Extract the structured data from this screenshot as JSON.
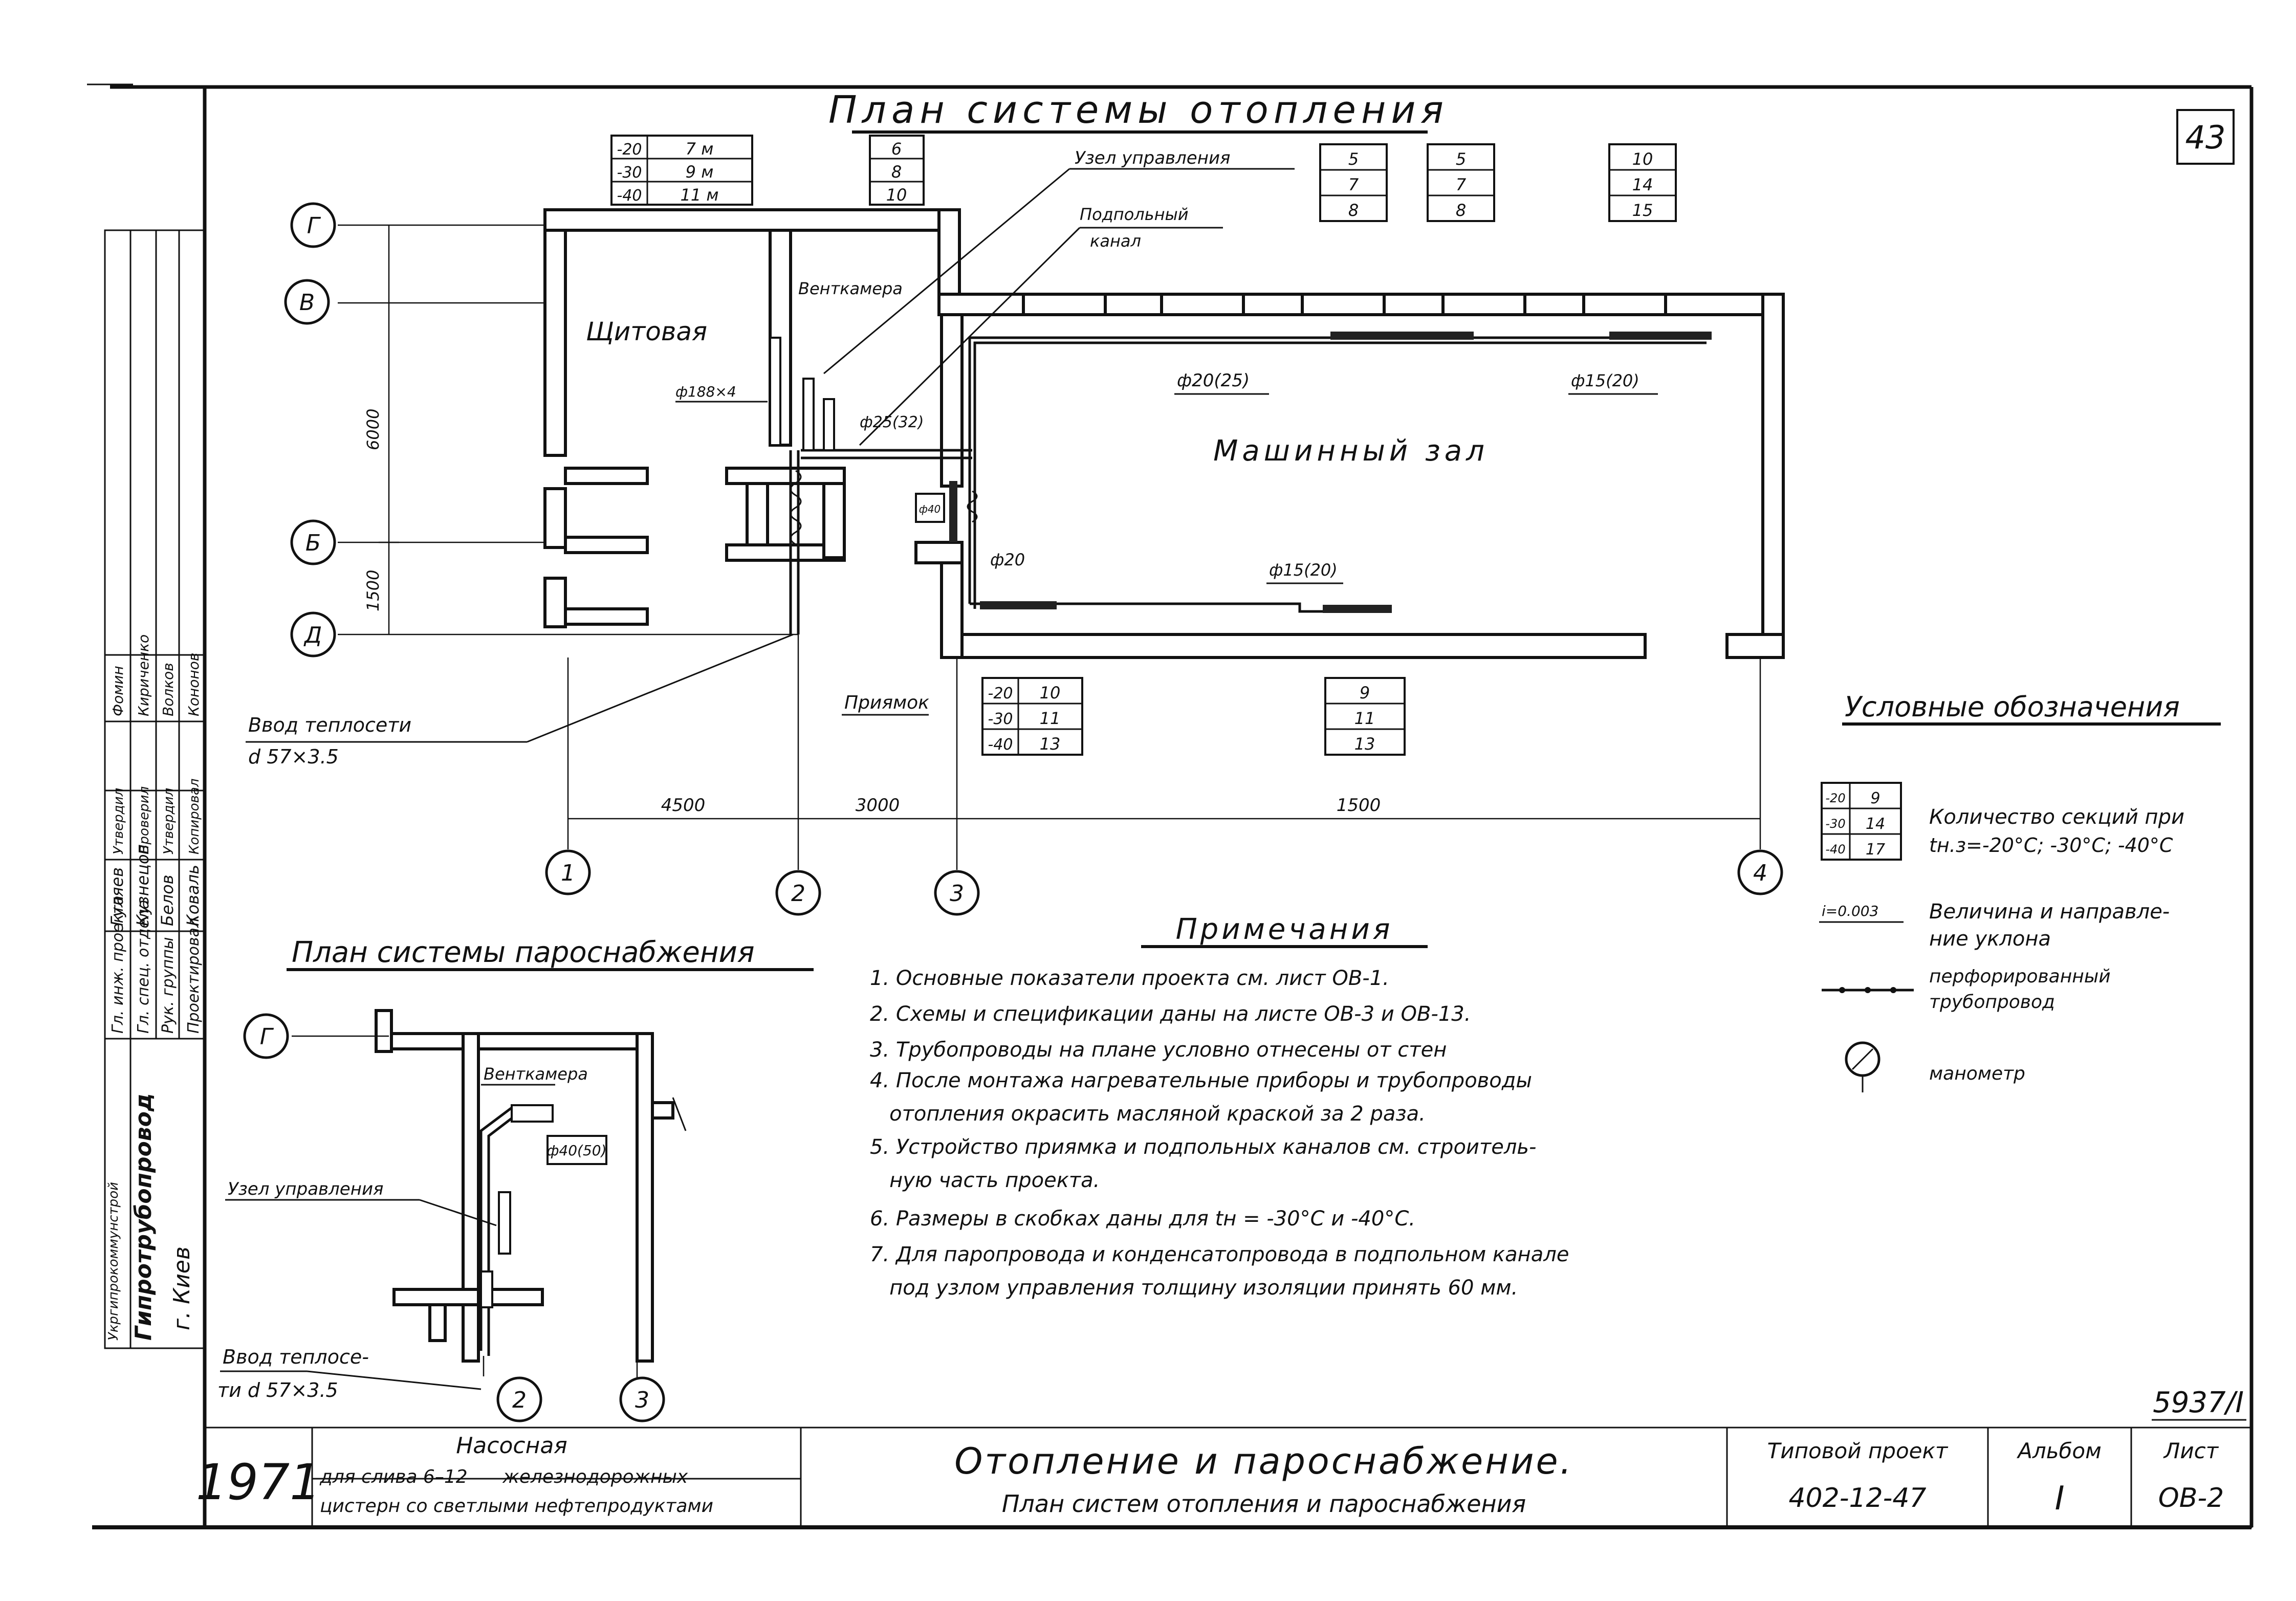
{
  "sheet_number": "43",
  "doc_number": "5937/I",
  "heating_plan": {
    "title": "План системы отопления",
    "rooms": {
      "control_room": "Щитовая",
      "vent_chamber": "Венткамера",
      "machine_hall": "Машинный зал",
      "pit": "Приямок"
    },
    "labels": {
      "control_unit": "Узел управления",
      "floor_channel_line1": "Подпольный",
      "floor_channel_line2": "канал",
      "inlet_line1": "Ввод теплосети",
      "inlet_line2": "d 57×3.5",
      "reg": "ф188×4",
      "p25": "ф25(32)",
      "p20a": "ф20(25)",
      "p15a": "ф15(20)",
      "p20b": "ф20",
      "p15b": "ф15(20)",
      "small_box": "ф40"
    },
    "axes_rows": [
      "Г",
      "В",
      "Б",
      "Д"
    ],
    "axes_cols": [
      "1",
      "2",
      "3",
      "4"
    ],
    "dim_v": [
      "6000",
      "1500"
    ],
    "dim_h": [
      "4500",
      "3000",
      "1500"
    ],
    "tables": {
      "t1": [
        [
          "-20",
          "7 м"
        ],
        [
          "-30",
          "9 м"
        ],
        [
          "-40",
          "11 м"
        ]
      ],
      "t2": [
        "6",
        "8",
        "10"
      ],
      "t3": [
        "5",
        "7",
        "8"
      ],
      "t4": [
        "5",
        "7",
        "8"
      ],
      "t5": [
        "10",
        "14",
        "15"
      ],
      "t6": [
        [
          "-20",
          "10"
        ],
        [
          "-30",
          "11"
        ],
        [
          "-40",
          "13"
        ]
      ],
      "t7": [
        "9",
        "11",
        "13"
      ]
    }
  },
  "steam_plan": {
    "title": "План системы пароснабжения",
    "room": "Венткамера",
    "control_unit": "Узел управления",
    "pipe": "ф40(50)",
    "inlet_line1": "Ввод теплосе-",
    "inlet_line2": "ти d 57×3.5",
    "axes": [
      "Г",
      "2",
      "3"
    ]
  },
  "legend": {
    "title": "Условные обозначения",
    "table": [
      [
        "-20",
        "9"
      ],
      [
        "-30",
        "14"
      ],
      [
        "-40",
        "17"
      ]
    ],
    "item1_line1": "Количество секций при",
    "item1_line2": "tн.з=-20°С; -30°С; -40°С",
    "slope_symbol": "i=0.003",
    "item2_line1": "Величина и направле-",
    "item2_line2": "ние уклона",
    "item3_line1": "перфорированный",
    "item3_line2": "трубопровод",
    "item4": "манометр"
  },
  "notes": {
    "title": "Примечания",
    "items": [
      "1. Основные показатели проекта см. лист ОВ-1.",
      "2. Схемы и спецификации даны на листе ОВ-3 и ОВ-13.",
      "3. Трубопроводы на плане условно отнесены от стен",
      "4. После монтажа нагревательные приборы и трубопроводы",
      "   отопления окрасить масляной краской за 2 раза.",
      "5. Устройство приямка и подпольных каналов см. строитель-",
      "   ную часть проекта.",
      "6. Размеры в скобках даны для tн = -30°С и -40°С.",
      "7. Для паропровода и конденсатопровода в подпольном канале",
      "   под узлом управления толщину изоляции принять 60 мм."
    ]
  },
  "side_stamp": {
    "columns": [
      [
        "Гл. инж. проекта",
        "Гл. спец. отдела",
        "Рук. группы",
        "Проектировал"
      ],
      [
        "Гуляев",
        "Кузнецов",
        "Белов",
        "Коваль"
      ],
      [
        "Утвердил",
        "Проверил",
        "Утвердил",
        "Копировал"
      ],
      [
        "Фомин",
        "Кириченко",
        "Волков",
        "Кононов"
      ]
    ],
    "org_line1": "Укргипрокоммунстрой",
    "org_line2": "Гипротрубопровод",
    "org_line3": "г. Киев"
  },
  "title_block": {
    "year": "1971",
    "project_name_line1": "Насосная",
    "project_name_line2": "для слива 6–12      железнодорожных",
    "project_name_line3": "цистерн со светлыми нефтепродуктами",
    "sheet_title": "Отопление и пароснабжение.",
    "sheet_subtitle": "План систем отопления и пароснабжения",
    "type_project_label": "Типовой проект",
    "type_project_value": "402-12-47",
    "album_label": "Альбом",
    "album_value": "I",
    "sheet_label": "Лист",
    "sheet_value": "ОВ-2"
  }
}
